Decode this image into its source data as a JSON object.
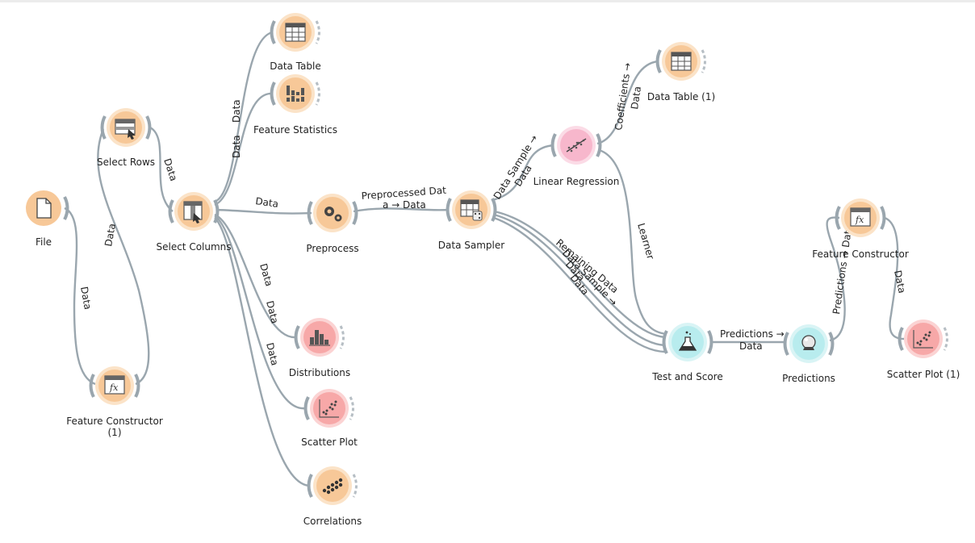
{
  "widgets": {
    "file": "File",
    "feature_constructor_1": "Feature Constructor\n(1)",
    "select_rows": "Select Rows",
    "select_columns": "Select Columns",
    "data_table": "Data Table",
    "feature_statistics": "Feature Statistics",
    "preprocess": "Preprocess",
    "data_sampler": "Data Sampler",
    "linear_regression": "Linear Regression",
    "data_table_1": "Data Table (1)",
    "distributions": "Distributions",
    "scatter_plot": "Scatter Plot",
    "correlations": "Correlations",
    "test_and_score": "Test and Score",
    "predictions": "Predictions",
    "feature_constructor": "Feature Constructor",
    "scatter_plot_1": "Scatter Plot (1)"
  },
  "links": {
    "file_fc1": "Data",
    "fc1_selectrows": "Data",
    "selectrows_selectcols": "Data",
    "selectcols_datatable": "Data",
    "selectcols_featstats": "Data",
    "selectcols_preprocess": "Data",
    "selectcols_distributions": "Data",
    "selectcols_scatter": "Data",
    "selectcols_correlations": "Data",
    "preprocess_sampler_1": "Preprocessed Dat",
    "preprocess_sampler_2": "a → Data",
    "sampler_linreg_1": "Data Sample →",
    "sampler_linreg_2": "Data",
    "linreg_datatable1_1": "Coefficients →",
    "linreg_datatable1_2": "Data",
    "linreg_testscore": "Learner",
    "sampler_testscore_a": "Remaining Data",
    "sampler_testscore_b": "Data Sample →",
    "sampler_testscore_c": "Data",
    "sampler_testscore_d": "Data",
    "testscore_predictions_1": "Predictions →",
    "testscore_predictions_2": "Data",
    "predictions_fc": "Predictions → Data",
    "fc_scatter1": "Data"
  },
  "colors": {
    "data_widget": "#f7c898",
    "data_widget_ring": "#fbe3c8",
    "model_widget": "#f7b7cc",
    "visual_widget": "#f7a8a8",
    "evaluate_widget": "#b8ecee",
    "link": "#9aa6ae"
  },
  "icons": {
    "file": "file-icon",
    "feature_constructor": "fx-table-icon",
    "select_rows": "select-rows-icon",
    "select_columns": "select-columns-icon",
    "data_table": "table-grid-icon",
    "feature_statistics": "bar-stats-icon",
    "preprocess": "gears-icon",
    "data_sampler": "table-dice-icon",
    "linear_regression": "regression-line-icon",
    "distributions": "histogram-icon",
    "scatter_plot": "scatter-icon",
    "correlations": "correlation-dots-icon",
    "test_and_score": "flask-icon",
    "predictions": "crystal-ball-icon"
  }
}
